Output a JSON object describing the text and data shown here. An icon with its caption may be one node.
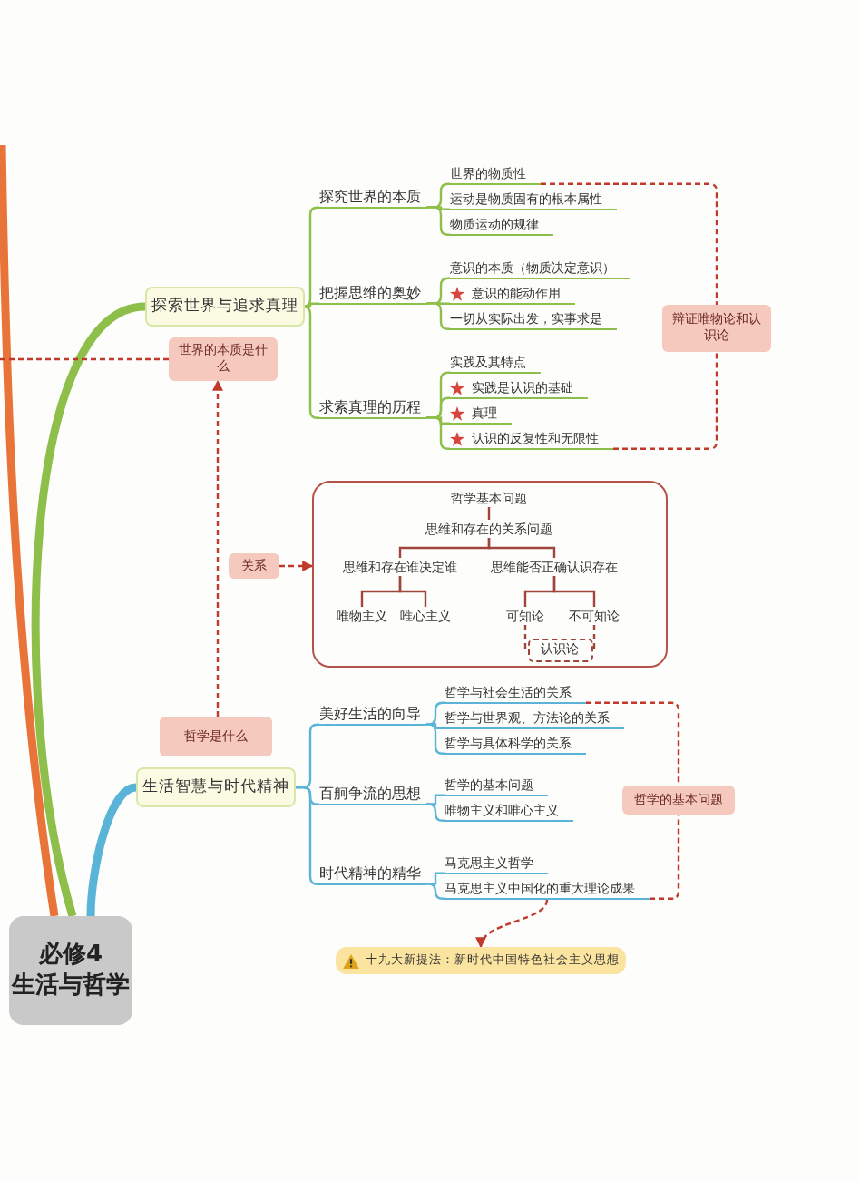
{
  "diagram": {
    "nodes": [
      {
        "text": [
          "必修4 生活与哲学"
        ]
      },
      {
        "text": [
          "探索世界与追求真理"
        ]
      },
      {
        "text": [
          "探究世界的本质"
        ]
      },
      {
        "text": [
          "世界的物质性"
        ]
      },
      {
        "text": [
          "运动是物质固有的根本属性"
        ]
      },
      {
        "text": [
          "物质运动的规律"
        ]
      },
      {
        "text": [
          "把握思维的奥妙"
        ]
      },
      {
        "text": [
          "意识的本质（物质决定意识）"
        ]
      },
      {
        "text": [
          "意识的能动作用"
        ]
      },
      {
        "text": [
          "一切从实际出发，实事求是"
        ]
      },
      {
        "text": [
          "求索真理的历程"
        ]
      },
      {
        "text": [
          "实践及其特点"
        ]
      },
      {
        "text": [
          "实践是认识的基础"
        ]
      },
      {
        "text": [
          "真理"
        ]
      },
      {
        "text": [
          "认识的反复性和无限性"
        ]
      },
      {
        "text": [
          "辩证唯物论和认识论"
        ]
      },
      {
        "text": [
          "世界的本质是什么"
        ]
      },
      {
        "text": [],
        "shape": "box"
      },
      {
        "text": [
          "哲学基本问题"
        ],
        "in": 17
      },
      {
        "text": [
          "思维和存在的关系问题"
        ],
        "in": 17
      },
      {
        "text": [
          "思维和存在谁决定谁"
        ],
        "in": 17
      },
      {
        "text": [
          "思维能否正确认识存在"
        ],
        "in": 17
      },
      {
        "text": [
          "唯物主义"
        ],
        "in": 17
      },
      {
        "text": [
          "唯心主义"
        ],
        "in": 17
      },
      {
        "text": [
          "可知论"
        ],
        "in": 17
      },
      {
        "text": [
          "不可知论"
        ],
        "in": 17
      },
      {
        "text": [
          "认识论"
        ],
        "in": 17
      },
      {
        "text": [
          "关系"
        ]
      },
      {
        "text": [
          "哲学是什么"
        ]
      },
      {
        "text": [
          "生活智慧与时代精神"
        ]
      },
      {
        "text": [
          "美好生活的向导"
        ]
      },
      {
        "text": [
          "哲学与社会生活的关系"
        ]
      },
      {
        "text": [
          "哲学与世界观、方法论的关系"
        ]
      },
      {
        "text": [
          "哲学与具体科学的关系"
        ]
      },
      {
        "text": [
          "百舸争流的思想"
        ]
      },
      {
        "text": [
          "哲学的基本问题"
        ]
      },
      {
        "text": [
          "唯物主义和唯心主义"
        ]
      },
      {
        "text": [
          "时代精神的精华"
        ]
      },
      {
        "text": [
          "马克思主义哲学"
        ]
      },
      {
        "text": [
          "马克思主义中国化的重大理论成果"
        ]
      },
      {
        "text": [
          "哲学的基本问题"
        ]
      },
      {
        "text": [
          "十九大新提法：新时代中国特色社会主义思想"
        ]
      }
    ],
    "edges": [
      {
        "from": 0,
        "to": 1,
        "arrow": "none",
        "style": "thick"
      },
      {
        "from": 0,
        "to": 29,
        "arrow": "none",
        "style": "thick",
        "color": "#5ab4d8"
      },
      {
        "from": 0,
        "to": null,
        "arrow": "none",
        "style": "thick",
        "color": "#e8743a"
      },
      {
        "from": 1,
        "to": 2,
        "arrow": "none"
      },
      {
        "from": 1,
        "to": 6,
        "arrow": "none"
      },
      {
        "from": 1,
        "to": 10,
        "arrow": "none"
      },
      {
        "from": 2,
        "to": 3,
        "arrow": "none"
      },
      {
        "from": 2,
        "to": 4,
        "arrow": "none"
      },
      {
        "from": 2,
        "to": 5,
        "arrow": "none"
      },
      {
        "from": 6,
        "to": 7,
        "arrow": "none"
      },
      {
        "from": 6,
        "to": 8,
        "arrow": "none"
      },
      {
        "from": 6,
        "to": 9,
        "arrow": "none"
      },
      {
        "from": 10,
        "to": 11,
        "arrow": "none"
      },
      {
        "from": 10,
        "to": 12,
        "arrow": "none"
      },
      {
        "from": 10,
        "to": 13,
        "arrow": "none"
      },
      {
        "from": 10,
        "to": 14,
        "arrow": "none"
      },
      {
        "from": 3,
        "to": 15,
        "arrow": "none",
        "style": "dashed",
        "color": "#c0392b"
      },
      {
        "from": 14,
        "to": 15,
        "arrow": "none",
        "style": "dashed",
        "color": "#c0392b"
      },
      {
        "from": null,
        "to": 16,
        "arrow": "none",
        "style": "dashed",
        "color": "#c0392b"
      },
      {
        "from": 28,
        "to": 16,
        "arrow": "to",
        "style": "dashed",
        "color": "#c0392b"
      },
      {
        "from": 27,
        "to": 17,
        "arrow": "to",
        "style": "dashed",
        "color": "#c0392b"
      },
      {
        "from": 18,
        "to": 19,
        "arrow": "none",
        "color": "#a0453b"
      },
      {
        "from": 19,
        "to": 20,
        "arrow": "none",
        "color": "#a0453b"
      },
      {
        "from": 19,
        "to": 21,
        "arrow": "none",
        "color": "#a0453b"
      },
      {
        "from": 20,
        "to": 22,
        "arrow": "none",
        "color": "#a0453b"
      },
      {
        "from": 20,
        "to": 23,
        "arrow": "none",
        "color": "#a0453b"
      },
      {
        "from": 21,
        "to": 24,
        "arrow": "none",
        "color": "#a0453b"
      },
      {
        "from": 21,
        "to": 25,
        "arrow": "none",
        "color": "#a0453b"
      },
      {
        "from": 24,
        "to": 26,
        "arrow": "none",
        "style": "dashed",
        "color": "#a0453b"
      },
      {
        "from": 25,
        "to": 26,
        "arrow": "none",
        "style": "dashed",
        "color": "#a0453b"
      },
      {
        "from": 29,
        "to": 30,
        "arrow": "none",
        "color": "#5ab4d8"
      },
      {
        "from": 29,
        "to": 34,
        "arrow": "none",
        "color": "#5ab4d8"
      },
      {
        "from": 29,
        "to": 37,
        "arrow": "none",
        "color": "#5ab4d8"
      },
      {
        "from": 30,
        "to": 31,
        "arrow": "none",
        "color": "#5ab4d8"
      },
      {
        "from": 30,
        "to": 32,
        "arrow": "none",
        "color": "#5ab4d8"
      },
      {
        "from": 30,
        "to": 33,
        "arrow": "none",
        "color": "#5ab4d8"
      },
      {
        "from": 34,
        "to": 35,
        "arrow": "none",
        "color": "#5ab4d8"
      },
      {
        "from": 34,
        "to": 36,
        "arrow": "none",
        "color": "#5ab4d8"
      },
      {
        "from": 37,
        "to": 38,
        "arrow": "none",
        "color": "#5ab4d8"
      },
      {
        "from": 37,
        "to": 39,
        "arrow": "none",
        "color": "#5ab4d8"
      },
      {
        "from": 31,
        "to": 40,
        "arrow": "none",
        "style": "dashed",
        "color": "#c0392b"
      },
      {
        "from": 39,
        "to": 40,
        "arrow": "none",
        "style": "dashed",
        "color": "#c0392b"
      },
      {
        "from": 39,
        "to": 41,
        "arrow": "to",
        "style": "dashed",
        "color": "#c0392b"
      }
    ]
  }
}
